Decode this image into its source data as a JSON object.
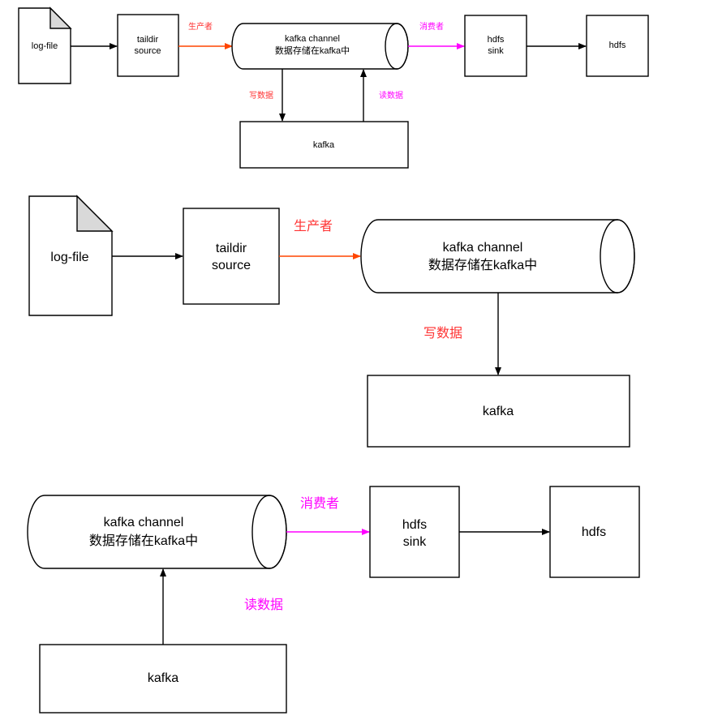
{
  "colors": {
    "producer": "#ff4500",
    "consumer": "#ff00ff",
    "stroke": "#000000"
  },
  "labels": {
    "log_file": "log-file",
    "taildir_line1": "taildir",
    "taildir_line2": "source",
    "channel_line1": "kafka channel",
    "channel_line2": "数据存储在kafka中",
    "hdfs_sink_line1": "hdfs",
    "hdfs_sink_line2": "sink",
    "hdfs": "hdfs",
    "kafka": "kafka",
    "producer": "生产者",
    "consumer": "消费者",
    "write_data": "写数据",
    "read_data": "读数据"
  }
}
